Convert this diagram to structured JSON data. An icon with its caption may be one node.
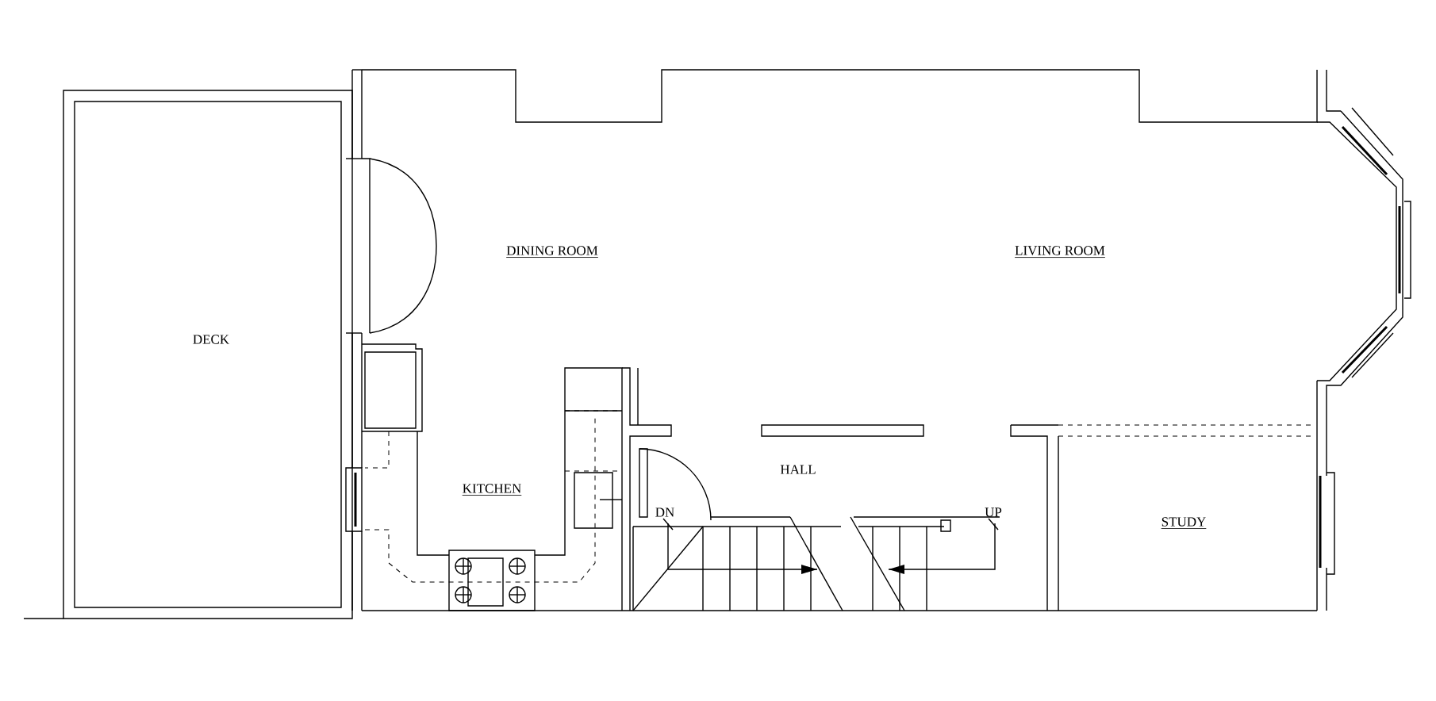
{
  "diagram": {
    "labels": [
      "DINING ROOM",
      "LIVING ROOM",
      "DECK",
      "KITCHEN",
      "HALL",
      "DN",
      "UP",
      "STUDY"
    ]
  }
}
